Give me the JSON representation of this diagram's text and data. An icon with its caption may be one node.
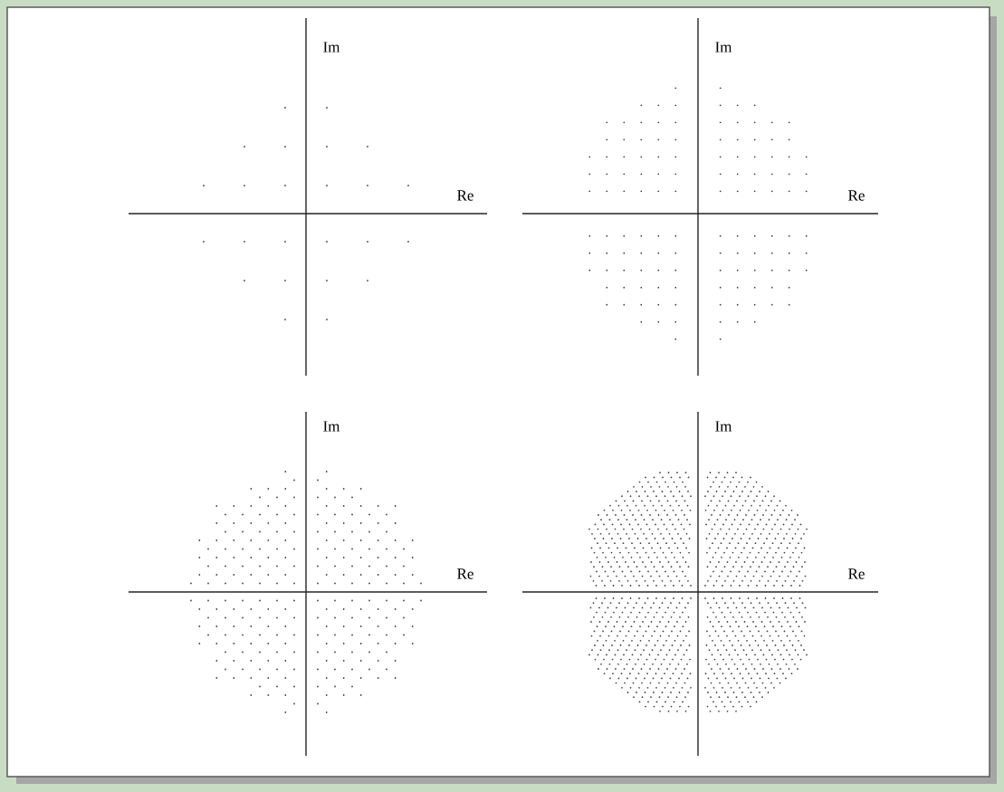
{
  "diagram": {
    "labels": [
      "Im",
      "Im",
      "Re",
      "Re",
      "Im",
      "Im",
      "Re",
      "Re"
    ]
  }
}
